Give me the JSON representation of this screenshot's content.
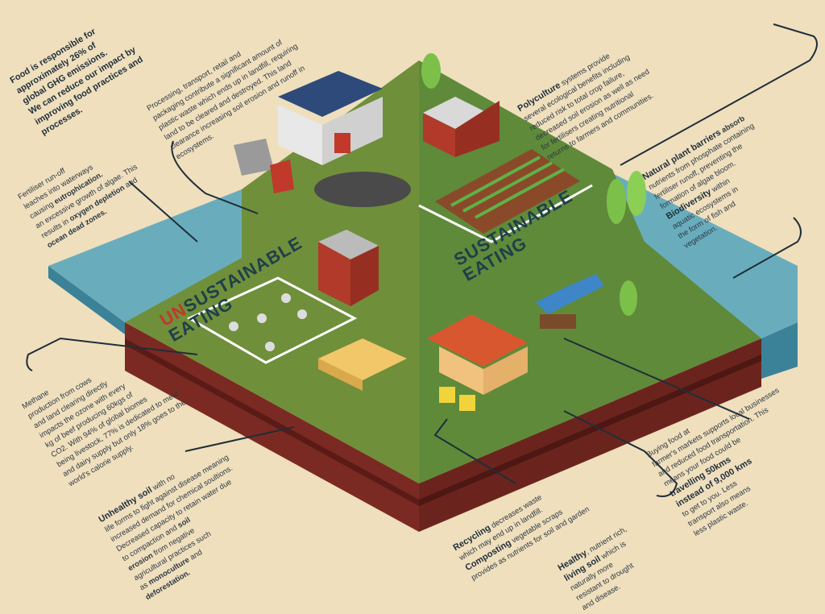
{
  "intro": {
    "line1": "Food is responsible for",
    "line2": "approximately 26% of",
    "line3": "global GHG emissions.",
    "line4": "We can reduce our impact by",
    "line5": "improving food practices and",
    "line6": "processes."
  },
  "processing": [
    "Processing, transport, retail and",
    "packaging contribute a significant amount of",
    "plastic waste which ends up in landfill, requiring",
    "land to be cleared and destroyed. This land",
    "clearance increasing soil erosion and runoff in",
    "ecosystems."
  ],
  "fertiliser": {
    "l1": "Fertiliser run-off",
    "l2": "leaches into waterways",
    "l3a": "causing ",
    "l3b": "eutrophication.",
    "l4": "an excessive growth of algae. This",
    "l5a": "results in ",
    "l5b": "oxygen depletion",
    "l5c": " and",
    "l6": "ocean dead zones."
  },
  "polyculture": {
    "title": "Polyculture",
    "l1": " systems provide",
    "l2": "several ecological benefits including",
    "l3": "reduced risk to total crop failure,",
    "l4": "decreased soil erosion as well as need",
    "l5": "for fertilisers creating nutritional",
    "l6": "returns to farmers and communities."
  },
  "barriers": {
    "title": "Natural plant barriers",
    "t2": " absorb",
    "l2": "nutrients from phosphate containing",
    "l3": "fertiliser runoff, preventing the",
    "l4": "formation of algae bloom.",
    "l5a": "Biodiversity",
    "l5b": " within",
    "l6": "aquatic ecosystems in",
    "l7": "the form of fish and",
    "l8": "vegetation."
  },
  "methane": [
    "Methane",
    "production from cows",
    "and land clearing directly",
    "impacts the ozone with every",
    "kg of beef producing 60kgs of",
    "CO2. With 94% of global biomes",
    "being livestock, 77% is dedicated to meat",
    "and dairy supply but only 18% goes to the",
    "world's calorie supply."
  ],
  "soil": {
    "title": "Unhealthy soil",
    "t2": " with no",
    "l2": "life forms to fight against disease meaning",
    "l3": "increased demand for chemical soultions.",
    "l4": "Decreased capacity to retain water due",
    "l5a": "to compaction and ",
    "l5b": "soil",
    "l6a": "erosion",
    "l6b": " from negative",
    "l7": "agricultural practices such",
    "l8a": "as ",
    "l8b": "monoculture",
    "l8c": " and",
    "l9": "deforestation."
  },
  "market": {
    "l1": "Buying food at",
    "l2": "farmer's markets supports local businesses",
    "l3": "and reduced food transportation. This",
    "l4": "means your food could be",
    "l5": "travelling 50kms",
    "l6": "instead of  9,000 kms",
    "l7": "to get to you. Less",
    "l8": "transport also means",
    "l9": "less plastic waste."
  },
  "recycling": {
    "t1": "Recycling",
    "l1": " decreases waste",
    "l2": "which may end up in landfill.",
    "t2": "Composting",
    "l3": " vegetable scraps",
    "l4": "provides as nutrients for soil and garden"
  },
  "healthy": {
    "t1": "Healthy",
    "l1": ", nutrient rich,",
    "t2": "living soil",
    "l2": " which is",
    "l3": "naturally more",
    "l4": "resistant to drought",
    "l5": "and disease."
  },
  "labels": {
    "un": "UN",
    "sustainable": "SUSTAINABLE",
    "eating_left": "EATING",
    "sustainable_right": "SUSTAINABLE",
    "eating_right": "EATING"
  },
  "colors": {
    "background": "#efdfbd",
    "grass_left": "#6f8f3b",
    "grass_right": "#5f8a3a",
    "water": "#4f9fb8",
    "soil": "#7d2b22",
    "accent_red": "#c0392b"
  }
}
